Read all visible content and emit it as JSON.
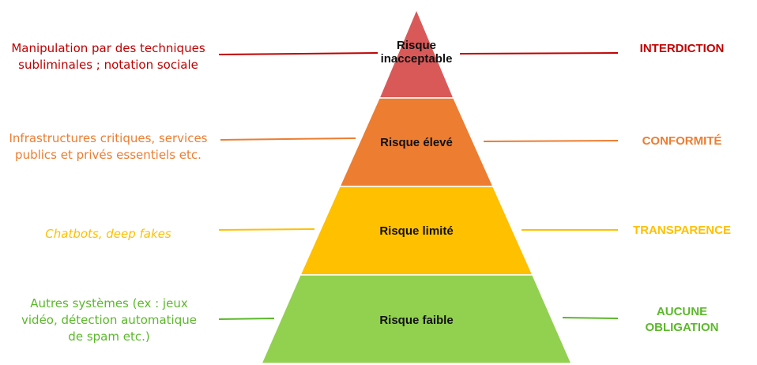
{
  "levels": [
    {
      "label": "Risque inacceptable",
      "example": "Manipulation par des techniques subliminales ; notation sociale",
      "obligation": "INTERDICTION",
      "fill": "#d95959",
      "text_color": "#c00000"
    },
    {
      "label": "Risque élevé",
      "example": "Infrastructures critiques, services publics et privés essentiels etc.",
      "obligation": "CONFORMITÉ",
      "fill": "#ed7d31",
      "text_color": "#ed7d31"
    },
    {
      "label": "Risque limité",
      "example": "Chatbots, deep fakes",
      "obligation": "TRANSPARENCE",
      "fill": "#ffc000",
      "text_color": "#ffc000"
    },
    {
      "label": "Risque faible",
      "example": "Autres systèmes (ex : jeux vidéo, détection automatique de spam etc.)",
      "obligation": "AUCUNE OBLIGATION",
      "fill": "#92d050",
      "text_color": "#5cb82b"
    }
  ]
}
